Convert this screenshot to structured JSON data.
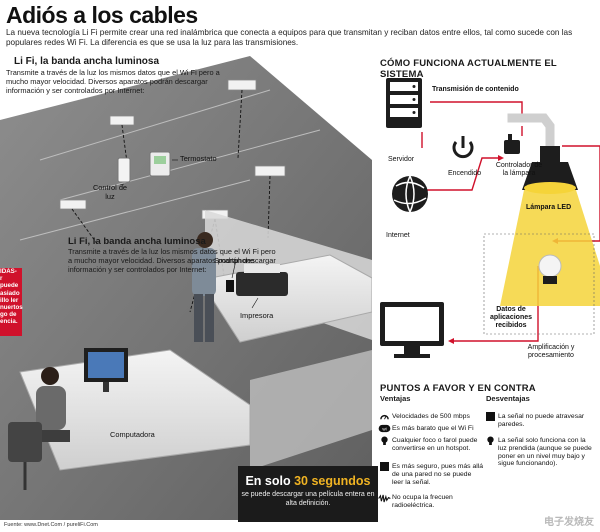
{
  "header": {
    "title": "Adiós a los cables",
    "intro": "La nueva tecnología Li Fi permite crear una red inalámbrica que conecta a equipos para que transmitan y reciban datos entre ellos, tal como sucede con las populares redes Wi Fi. La diferencia es que se usa la luz para las transmisiones."
  },
  "office": {
    "lifi_title": "Li Fi, la banda ancha luminosa",
    "lifi_text": "Transmite a través de la luz los mismos datos que el Wi Fi pero a mucho mayor velocidad. Diversos aparatos podrán descargar información y ser controlados por Internet:",
    "band_title": "Li Fi, la banda ancha luminosa",
    "band_text": "Transmite a través de la luz los mismos datos que el Wi Fi pero a mucho mayor velocidad. Diversos aparatos podrán descargar información y ser controlados por Internet:",
    "labels": {
      "termostato": "Termostato",
      "control_luz": "Control de luz",
      "smartphone": "Smartphone",
      "impresora": "Impresora",
      "computadora": "Computadora"
    },
    "red_note": [
      "IDAS-",
      "r puede",
      "asiado",
      "illo ler",
      "nuertos",
      "go de",
      "encia."
    ],
    "banner": {
      "title_pre": "En solo ",
      "title_num": "30 segundos",
      "text": "se puede descargar una película entera en alta definición."
    },
    "source": "Fuente: www.Dnet.Com / pureliFi.Com"
  },
  "system": {
    "title": "CÓMO FUNCIONA ACTUALMENTE EL SISTEMA",
    "labels": {
      "transmision": "Transmisión de contenido",
      "servidor": "Servidor",
      "encendido": "Encendido",
      "controlador": "Controlador de la lámpara",
      "internet": "Internet",
      "lampara": "Lámpara LED",
      "datos": "Datos de aplicaciones recibidos",
      "amplificacion": "Amplificación y procesamiento"
    },
    "colors": {
      "accent_red": "#d0112b",
      "light_yellow": "#f5d33a",
      "icon_dark": "#1d1d1d"
    }
  },
  "pros_cons": {
    "title": "PUNTOS A FAVOR Y EN CONTRA",
    "pros_head": "Ventajas",
    "cons_head": "Desventajas",
    "pros": [
      {
        "icon": "speedometer-icon",
        "text": "Velocidades de 500 mbps"
      },
      {
        "icon": "wifi-icon",
        "text": "Es más barato que el Wi Fi"
      },
      {
        "icon": "bulb-icon",
        "text": "Cualquier foco o farol puede convertirse en un hotspot."
      },
      {
        "icon": "wall-icon",
        "text": "Es más seguro, pues más allá de una pared no se puede leer la señal."
      },
      {
        "icon": "waveform-icon",
        "text": "No ocupa la frecuen radioeléctrica."
      }
    ],
    "cons": [
      {
        "icon": "wall-icon",
        "text": "La señal no puede atravesar paredes."
      },
      {
        "icon": "bulb-icon",
        "text": "La señal solo funciona con la luz prendida (aunque se puede poner en un nivel muy bajo y sigue funcionando)."
      }
    ]
  },
  "watermark": "电子发烧友"
}
